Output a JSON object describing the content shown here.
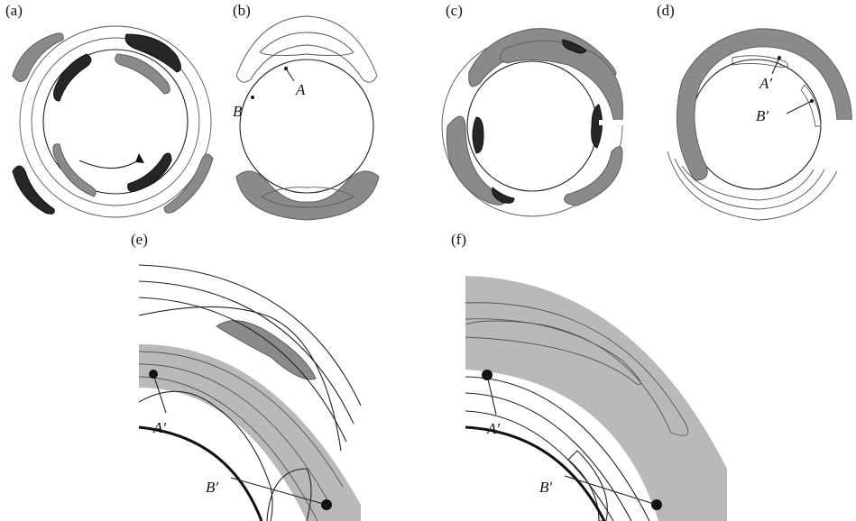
{
  "panels": [
    {
      "id": "a",
      "label": "(a)"
    },
    {
      "id": "b",
      "label": "(b)"
    },
    {
      "id": "c",
      "label": "(c)"
    },
    {
      "id": "d",
      "label": "(d)"
    },
    {
      "id": "e",
      "label": "(e)"
    },
    {
      "id": "f",
      "label": "(f)"
    }
  ],
  "points": {
    "A": "A",
    "B": "B",
    "A_prime_d": "A′",
    "B_prime_d": "B′",
    "A_prime_e": "A′",
    "B_prime_e": "B′",
    "A_prime_f": "A′",
    "B_prime_f": "B′"
  },
  "colors": {
    "dark_patch": "#262626",
    "grey_patch": "#8a8a8a",
    "light_band": "#b9b9b9",
    "contour": "#222222"
  }
}
